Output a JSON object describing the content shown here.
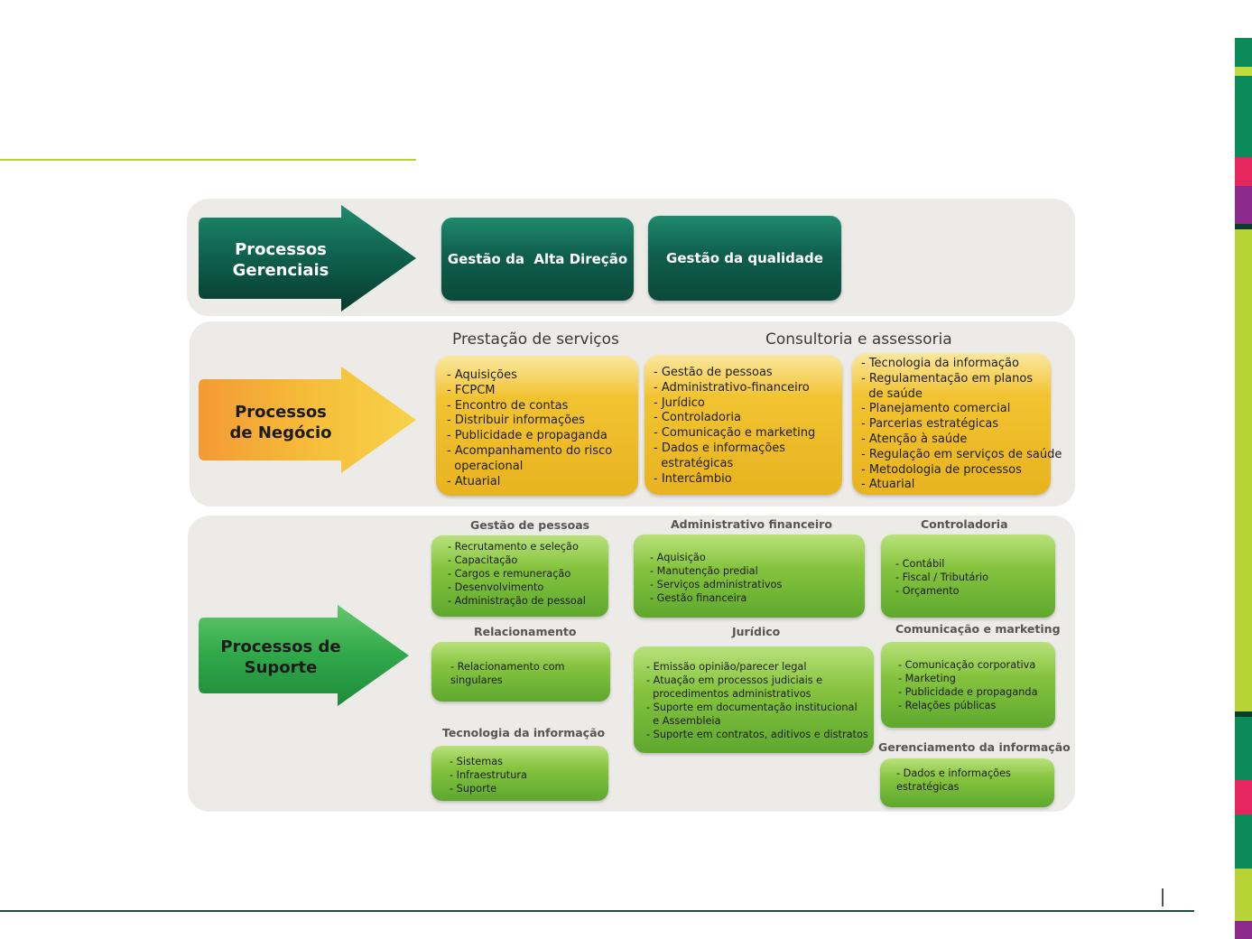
{
  "colors": {
    "accent_line": "#b5d334",
    "footer_line": "#1e4d3a",
    "dark_teal": "#0f5f4c",
    "orange_arrow": "#f4a23a",
    "yellow_box": "#efbf2c",
    "green_box": "#7dbd3a",
    "green_arrow": "#2fa84a"
  },
  "gerenciais": {
    "arrow_label": "Processos\nGerenciais",
    "boxes": [
      "Gestão da  Alta Direção",
      "Gestão da qualidade"
    ]
  },
  "negocio": {
    "arrow_label": "Processos\nde Negócio",
    "heading_left": "Prestação de serviços",
    "heading_right": "Consultoria e assessoria",
    "prestacao_items": [
      "- Aquisições",
      "- FCPCM",
      "- Encontro de contas",
      "- Distribuir informações",
      "- Publicidade e propaganda",
      "- Acompanhamento do risco",
      "  operacional",
      "- Atuarial"
    ],
    "consultoria_items_1": [
      "- Gestão de pessoas",
      "- Administrativo-financeiro",
      "- Jurídico",
      "- Controladoria",
      "- Comunicação e marketing",
      "- Dados e informações",
      "  estratégicas",
      "- Intercâmbio"
    ],
    "consultoria_items_2": [
      "- Tecnologia da informação",
      "- Regulamentação em planos",
      "  de saúde",
      "- Planejamento comercial",
      "- Parcerias estratégicas",
      "- Atenção à saúde",
      "- Regulação em serviços de saúde",
      "- Metodologia de processos",
      "- Atuarial"
    ]
  },
  "suporte": {
    "arrow_label": "Processos de\nSuporte",
    "gestao_pessoas": {
      "heading": "Gestão de pessoas",
      "items": [
        "- Recrutamento e seleção",
        "- Capacitação",
        "- Cargos e remuneração",
        "- Desenvolvimento",
        "- Administração de pessoal"
      ]
    },
    "administrativo": {
      "heading": "Administrativo financeiro",
      "items": [
        "- Aquisição",
        "- Manutenção predial",
        "- Serviços administrativos",
        "- Gestão financeira"
      ]
    },
    "controladoria": {
      "heading": "Controladoria",
      "items": [
        "- Contábil",
        "- Fiscal / Tributário",
        "- Orçamento"
      ]
    },
    "relacionamento": {
      "heading": "Relacionamento",
      "items": [
        "- Relacionamento com",
        "singulares"
      ]
    },
    "juridico": {
      "heading": "Jurídico",
      "items": [
        "- Emissão opinião/parecer legal",
        "- Atuação em processos judiciais e",
        "  procedimentos administrativos",
        "- Suporte em documentação institucional",
        "  e Assembleia",
        "- Suporte em contratos, aditivos e distratos"
      ]
    },
    "comunicacao": {
      "heading": "Comunicação e marketing",
      "items": [
        "- Comunicação corporativa",
        "- Marketing",
        "- Publicidade e propaganda",
        "- Relações públicas"
      ]
    },
    "tecnologia": {
      "heading": "Tecnologia da informação",
      "items": [
        "- Sistemas",
        "- Infraestrutura",
        "- Suporte"
      ]
    },
    "gerenciamento": {
      "heading": "Gerenciamento da informação",
      "items": [
        "- Dados e informações",
        "estratégicas"
      ]
    }
  }
}
